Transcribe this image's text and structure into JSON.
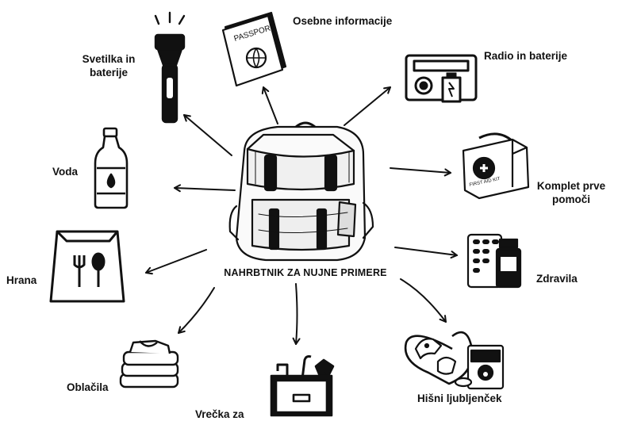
{
  "center": {
    "title": "NAHRBTNIK ZA NUJNE PRIMERE",
    "icon": "backpack-icon"
  },
  "items": {
    "personal_info": {
      "label": "Osebne informacije",
      "icon": "passport-icon",
      "icon_text": "PASSPORT"
    },
    "radio": {
      "label": "Radio in baterije",
      "icon": "radio-battery-icon"
    },
    "first_aid": {
      "label_line1": "Komplet prve",
      "label_line2": "pomoči",
      "icon": "first-aid-kit-icon",
      "icon_text": "FIRST AID KIT"
    },
    "medicine": {
      "label": "Zdravila",
      "icon": "medicine-icon"
    },
    "pets": {
      "label": "Hišni ljubljenček",
      "icon": "pet-food-icon"
    },
    "tool_bag": {
      "label": "Vrečka za",
      "icon": "toolbox-icon"
    },
    "clothes": {
      "label": "Oblačila",
      "icon": "folded-clothes-icon"
    },
    "food": {
      "label": "Hrana",
      "icon": "food-bag-icon"
    },
    "water": {
      "label": "Voda",
      "icon": "water-bottle-icon"
    },
    "flashlight": {
      "label_line1": "Svetilka in",
      "label_line2": "baterije",
      "icon": "flashlight-icon"
    }
  }
}
